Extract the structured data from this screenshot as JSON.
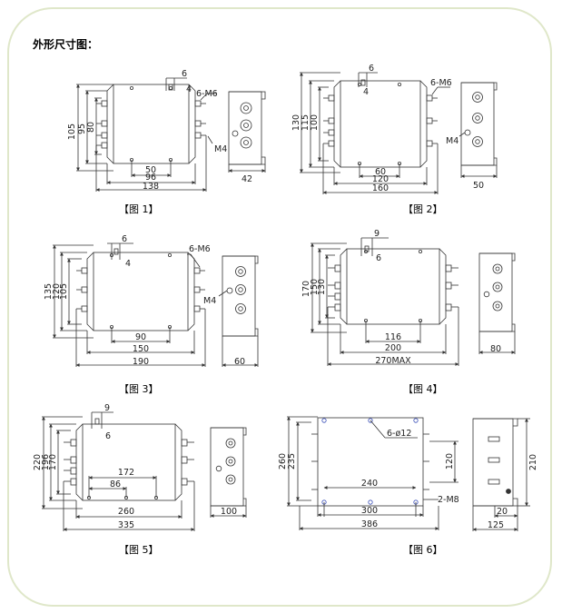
{
  "heading": "外形尺寸图：",
  "colors": {
    "frame": "#dfe7c9",
    "line": "#333333",
    "accent_blue": "#3a4fb8"
  },
  "figures": [
    {
      "caption": "【图 1】",
      "front": {
        "h_dims": [
          "50",
          "96",
          "138"
        ],
        "v_dims": [
          "105",
          "95",
          "80"
        ],
        "top_dim": "6",
        "callout": "6-M6",
        "ground": "M4",
        "small": "4"
      },
      "side": {
        "width": "42"
      }
    },
    {
      "caption": "【图 2】",
      "front": {
        "h_dims": [
          "60",
          "120",
          "160"
        ],
        "v_dims": [
          "130",
          "115",
          "100"
        ],
        "top_dim": "6",
        "callout": "6-M6",
        "ground": "M4",
        "small": "4"
      },
      "side": {
        "width": "50"
      }
    },
    {
      "caption": "【图 3】",
      "front": {
        "h_dims": [
          "90",
          "150",
          "190"
        ],
        "v_dims": [
          "135",
          "120",
          "105"
        ],
        "top_dim": "6",
        "callout": "6-M6",
        "ground": "M4",
        "small": "4"
      },
      "side": {
        "width": "60"
      }
    },
    {
      "caption": "【图 4】",
      "front": {
        "h_dims": [
          "116",
          "200",
          "270MAX"
        ],
        "v_dims": [
          "170",
          "150",
          "130"
        ],
        "top_dim": "9",
        "small": "6"
      },
      "side": {
        "width": "80"
      }
    },
    {
      "caption": "【图 5】",
      "front": {
        "h_dims": [
          "86",
          "172",
          "260",
          "335"
        ],
        "v_dims": [
          "220",
          "196",
          "170"
        ],
        "top_dim": "9",
        "small": "6"
      },
      "side": {
        "width": "100"
      }
    },
    {
      "caption": "【图 6】",
      "front": {
        "h_dims": [
          "240",
          "300",
          "386"
        ],
        "v_dims": [
          "260",
          "235"
        ],
        "callout": "6-ø12",
        "bolt": "2-M8",
        "right_v": "120"
      },
      "side": {
        "width": "125",
        "height": "210",
        "small": "20"
      }
    }
  ]
}
